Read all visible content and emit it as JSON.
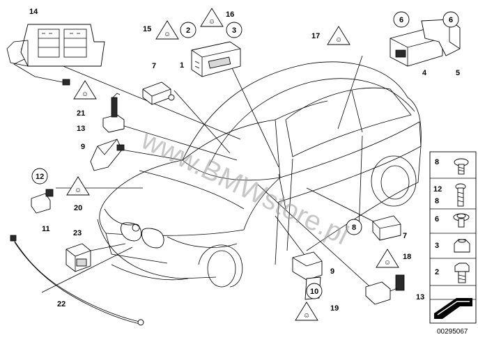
{
  "watermark": "www.BMWstore.pl",
  "reference_number": "00295067",
  "labels": {
    "n1": "1",
    "n2": "2",
    "n3": "3",
    "n4": "4",
    "n5": "5",
    "n6a": "6",
    "n6b": "6",
    "n7a": "7",
    "n7b": "7",
    "n8": "8",
    "n9a": "9",
    "n9b": "9",
    "n10": "10",
    "n11": "11",
    "n12": "12",
    "n13a": "13",
    "n13b": "13",
    "n14": "14",
    "n15": "15",
    "n16": "16",
    "n17": "17",
    "n18": "18",
    "n19": "19",
    "n20": "20",
    "n21": "21",
    "n22": "22",
    "n23": "23"
  },
  "fasteners": {
    "f1": "8",
    "f2a": "12",
    "f2b": "8",
    "f3": "6",
    "f4": "3",
    "f5": "2"
  }
}
